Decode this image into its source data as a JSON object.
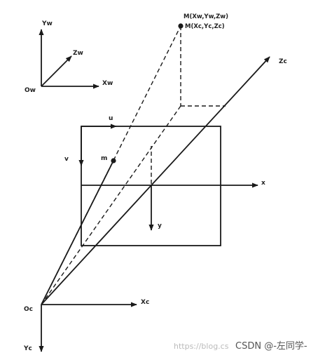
{
  "labels": {
    "world_y": "Yw",
    "world_z": "Zw",
    "world_x": "Xw",
    "world_origin": "Ow",
    "point_world": "M(Xw,Yw,Zw)",
    "point_camera": "M(Xc,Yc,Zc)",
    "camera_z": "Zc",
    "pixel_u": "u",
    "pixel_v": "v",
    "image_point": "m",
    "image_x": "x",
    "image_y": "y",
    "camera_origin": "Oc",
    "camera_x": "Xc",
    "camera_y": "Yc"
  },
  "watermark": {
    "faint_url": "https://blog.cs",
    "text": "CSDN @-左同学-"
  },
  "colors": {
    "line": "#1a1a1a",
    "background": "#ffffff"
  }
}
